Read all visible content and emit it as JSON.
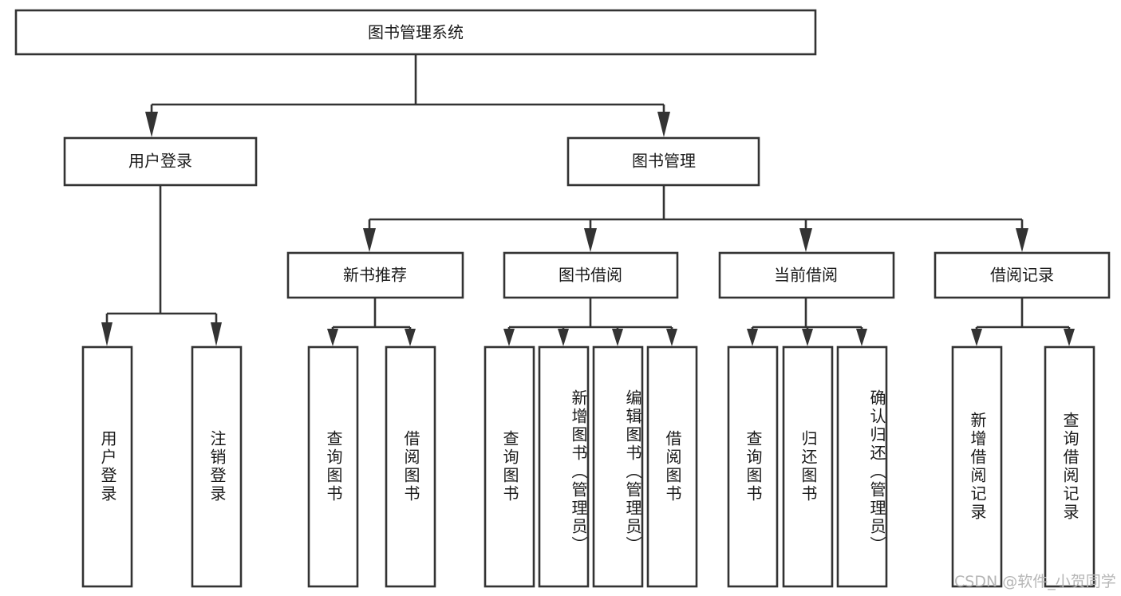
{
  "diagram": {
    "type": "tree",
    "title": "图书管理系统",
    "root": {
      "label": "图书管理系统"
    },
    "level2": [
      {
        "label": "用户登录"
      },
      {
        "label": "图书管理"
      }
    ],
    "level3": [
      {
        "label": "新书推荐"
      },
      {
        "label": "图书借阅"
      },
      {
        "label": "当前借阅"
      },
      {
        "label": "借阅记录"
      }
    ],
    "leaves": {
      "user_login": [
        {
          "label": "用户登录"
        },
        {
          "label": "注销登录"
        }
      ],
      "new_book_recommend": [
        {
          "label": "查询图书"
        },
        {
          "label": "借阅图书"
        }
      ],
      "book_borrow": [
        {
          "label": "查询图书"
        },
        {
          "label": "新增图书（管理员）"
        },
        {
          "label": "编辑图书（管理员）"
        },
        {
          "label": "借阅图书"
        }
      ],
      "current_borrow": [
        {
          "label": "查询图书"
        },
        {
          "label": "归还图书"
        },
        {
          "label": "确认归还（管理员）"
        }
      ],
      "borrow_record": [
        {
          "label": "新增借阅记录"
        },
        {
          "label": "查询借阅记录"
        }
      ]
    }
  },
  "watermark": {
    "text": "CSDN @软件_小贺同学"
  },
  "colors": {
    "stroke": "#333333",
    "box_fill": "#ffffff",
    "text": "#1a1a1a",
    "watermark": "#b6b6b6",
    "background": "#ffffff"
  }
}
